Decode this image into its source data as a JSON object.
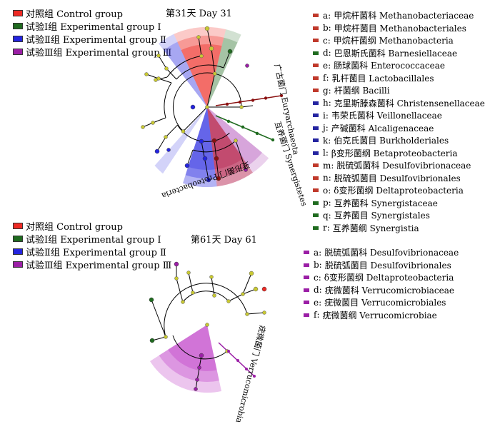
{
  "colors": {
    "control": "#ee2a24",
    "group1": "#1f6b1f",
    "group2": "#2424e0",
    "group3": "#9b1fa6",
    "node_yellow": "#c8c832",
    "node_dark_red": "#8a1010"
  },
  "top": {
    "title": "第31天 Day 31",
    "legend": [
      {
        "label": "对照组 Control group",
        "color": "#ee2a24"
      },
      {
        "label": "试验Ⅰ组 Experimental group Ⅰ",
        "color": "#1f6b1f"
      },
      {
        "label": "试验Ⅱ组 Experimental group Ⅱ",
        "color": "#2424e0"
      },
      {
        "label": "试验Ⅲ组 Experimental group Ⅲ",
        "color": "#9b1fa6"
      }
    ],
    "clades": [
      {
        "letter": "a:",
        "name": "甲烷杆菌科 Methanobacteriaceae",
        "color": "#c0392b"
      },
      {
        "letter": "b:",
        "name": "甲烷杆菌目 Methanobacteriales",
        "color": "#c0392b"
      },
      {
        "letter": "c:",
        "name": "甲烷杆菌纲 Methanobacteria",
        "color": "#c0392b"
      },
      {
        "letter": "d:",
        "name": "巴恩斯氏菌科 Barnesiellaceae",
        "color": "#1f6b1f"
      },
      {
        "letter": "e:",
        "name": "肠球菌科 Enterococcaceae",
        "color": "#c0392b"
      },
      {
        "letter": "f:",
        "name": "乳杆菌目 Lactobacillales",
        "color": "#c0392b"
      },
      {
        "letter": "g:",
        "name": "杆菌纲 Bacilli",
        "color": "#c0392b"
      },
      {
        "letter": "h:",
        "name": "克里斯滕森菌科 Christensenellaceae",
        "color": "#2424a0"
      },
      {
        "letter": "i:",
        "name": "韦荣氏菌科 Veillonellaceae",
        "color": "#2424a0"
      },
      {
        "letter": "j:",
        "name": "产碱菌科 Alcaligenaceae",
        "color": "#2424a0"
      },
      {
        "letter": "k:",
        "name": "伯克氏菌目 Burkholderiales",
        "color": "#2424a0"
      },
      {
        "letter": "l:",
        "name": "β变形菌纲 Betaproteobacteria",
        "color": "#2424a0"
      },
      {
        "letter": "m:",
        "name": "脱硫弧菌科 Desulfovibrionaceae",
        "color": "#c0392b"
      },
      {
        "letter": "n:",
        "name": "脱硫弧菌目 Desulfovibrionales",
        "color": "#c0392b"
      },
      {
        "letter": "o:",
        "name": "δ变形菌纲 Deltaproteobacteria",
        "color": "#c0392b"
      },
      {
        "letter": "p:",
        "name": "互养菌科 Synergistaceae",
        "color": "#1f6b1f"
      },
      {
        "letter": "q:",
        "name": "互养菌目 Synergistales",
        "color": "#1f6b1f"
      },
      {
        "letter": "r:",
        "name": "互养菌纲 Synergistia",
        "color": "#1f6b1f"
      }
    ],
    "phylum_labels": {
      "euryarchaeota": "广古菌门 Euryarchaeota",
      "synergistetes": "互养菌门 Synergistetes",
      "proteobacteria": "变形菌门 Proteobacteria"
    }
  },
  "bottom": {
    "title": "第61天 Day 61",
    "legend": [
      {
        "label": "对照组 Control group",
        "color": "#ee2a24"
      },
      {
        "label": "试验Ⅰ组 Experimental group Ⅰ",
        "color": "#1f6b1f"
      },
      {
        "label": "试验Ⅱ组 Experimental group Ⅱ",
        "color": "#2424e0"
      },
      {
        "label": "试验Ⅲ组 Experimental group Ⅲ",
        "color": "#9b1fa6"
      }
    ],
    "clades": [
      {
        "letter": "a:",
        "name": "脱硫弧菌科 Desulfovibrionaceae",
        "color": "#9b1fa6"
      },
      {
        "letter": "b:",
        "name": "脱硫弧菌目 Desulfovibrionales",
        "color": "#9b1fa6"
      },
      {
        "letter": "c:",
        "name": "δ变形菌纲 Deltaproteobacteria",
        "color": "#9b1fa6"
      },
      {
        "letter": "d:",
        "name": "疣微菌科 Verrucomicrobiaceae",
        "color": "#9b1fa6"
      },
      {
        "letter": "e:",
        "name": "疣微菌目 Verrucomicrobiales",
        "color": "#9b1fa6"
      },
      {
        "letter": "f:",
        "name": "疣微菌纲 Verrucomicrobiae",
        "color": "#9b1fa6"
      }
    ],
    "phylum_labels": {
      "verrucomicrobia": "疣微菌门 Verrucomicrobia"
    }
  }
}
